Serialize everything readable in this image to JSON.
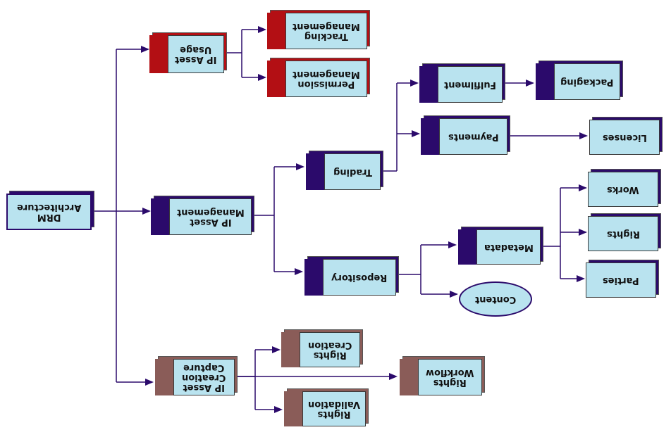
{
  "nodes": {
    "drm": "DRM\nArchitecture",
    "ip_asset_usage": "IP Asset\nUsage",
    "tracking": "Tracking\nManagement",
    "permission": "Permission\nManagement",
    "ip_asset_mgmt": "IP Asset\nManagement",
    "trading": "Trading",
    "fulfilment": "Fulfilment",
    "packaging": "Packaging",
    "payments": "Payments",
    "licenses": "Licenses",
    "repository": "Repository",
    "metadata": "Metadata",
    "works": "Works",
    "rights": "Rights",
    "parties": "Parties",
    "content": "Content",
    "ip_asset_creation": "IP Asset\nCreation\nCapture",
    "rights_creation": "Rights\nCreation",
    "rights_validation": "Rights\nValidation",
    "rights_workflow": "Rights\nWorkflow"
  },
  "colors": {
    "line": "#2b0a6b",
    "face": "#b9e3ef",
    "usage_accent": "#b30f14",
    "creation_accent": "#8a5c58",
    "mgmt_accent": "#2b0a6b"
  }
}
